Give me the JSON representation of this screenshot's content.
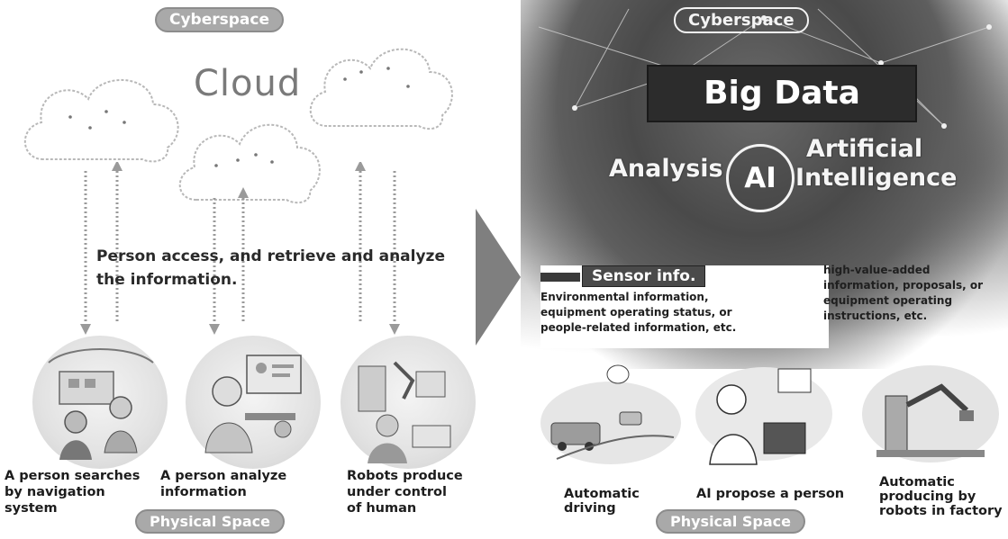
{
  "left_panel": {
    "top_label": "Cyberspace",
    "cloud_word": "Cloud",
    "caption": "Person access, and retrieve and analyze the information.",
    "scenes": [
      {
        "label": "A person searches by navigation system",
        "lines": [
          "A person searches",
          "by navigation",
          "system"
        ]
      },
      {
        "label": "A person analyze information",
        "lines": [
          "A person analyze",
          "information"
        ]
      },
      {
        "label": "Robots produce under control of human",
        "lines": [
          "Robots produce",
          "under control",
          "of human"
        ]
      }
    ],
    "bottom_label": "Physical Space"
  },
  "right_panel": {
    "top_label": "Cyberspace",
    "big_data": "Big Data",
    "analysis": "Analysis",
    "ai_short": "AI",
    "ai_full_lines": [
      "Artificial",
      "Intelligence"
    ],
    "sensor_label": "Sensor info.",
    "sensor_text_lines": [
      "Environmental information,",
      "equipment operating status, or",
      "people-related information, etc."
    ],
    "high_value_lines": [
      "high-value-added",
      "information, proposals, or",
      "equipment operating",
      "instructions, etc."
    ],
    "scenes": [
      {
        "label": "Automatic driving",
        "lines": [
          "Automatic",
          "driving"
        ]
      },
      {
        "label": "AI propose a person",
        "lines": [
          "AI propose a person"
        ]
      },
      {
        "label": "Automatic producing by robots in factory",
        "lines": [
          "Automatic",
          "producing by",
          "robots in factory"
        ]
      }
    ],
    "bottom_label": "Physical Space"
  },
  "colors": {
    "pill_gray": "#a9a9a9",
    "dark_block": "#2c2c2c",
    "arrow": "#7f7f7f"
  }
}
